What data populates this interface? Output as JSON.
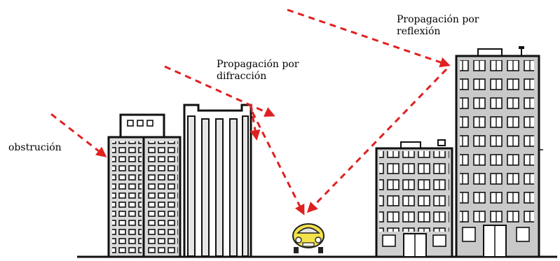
{
  "labels": {
    "reflection": [
      "Propagación por",
      "reflexión"
    ],
    "diffraction": [
      "Propagación por",
      "difracción"
    ],
    "obstruction": "obstrución"
  },
  "colors": {
    "arrow": "#e02020",
    "building_outline": "#111111",
    "building_fill": "#ffffff",
    "building_gray": "#c9c9c9",
    "car_body": "#f3e24a"
  },
  "icons": {
    "car": "car-icon"
  }
}
